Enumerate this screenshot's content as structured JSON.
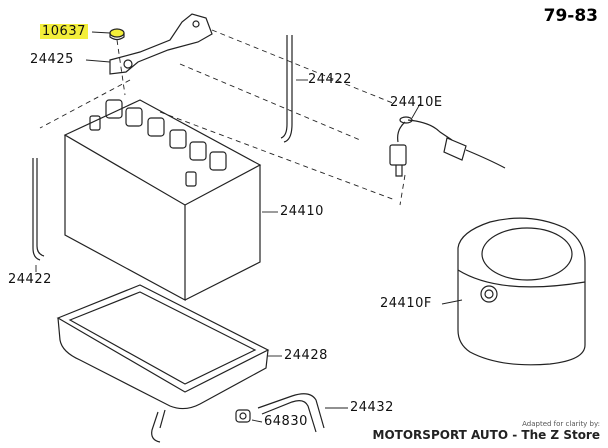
{
  "page_number": "79-83",
  "labels": {
    "p10637": "10637",
    "p24425": "24425",
    "p24422_top": "24422",
    "p24410e": "24410E",
    "p24410": "24410",
    "p24422_left": "24422",
    "p24410f": "24410F",
    "p24428": "24428",
    "p64830": "64830",
    "p24432": "24432"
  },
  "credit": {
    "adapted": "Adapted for clarity by:",
    "store": "MOTORSPORT AUTO - The Z Store"
  },
  "colors": {
    "highlight": "#f3ee3a",
    "line": "#222222"
  }
}
